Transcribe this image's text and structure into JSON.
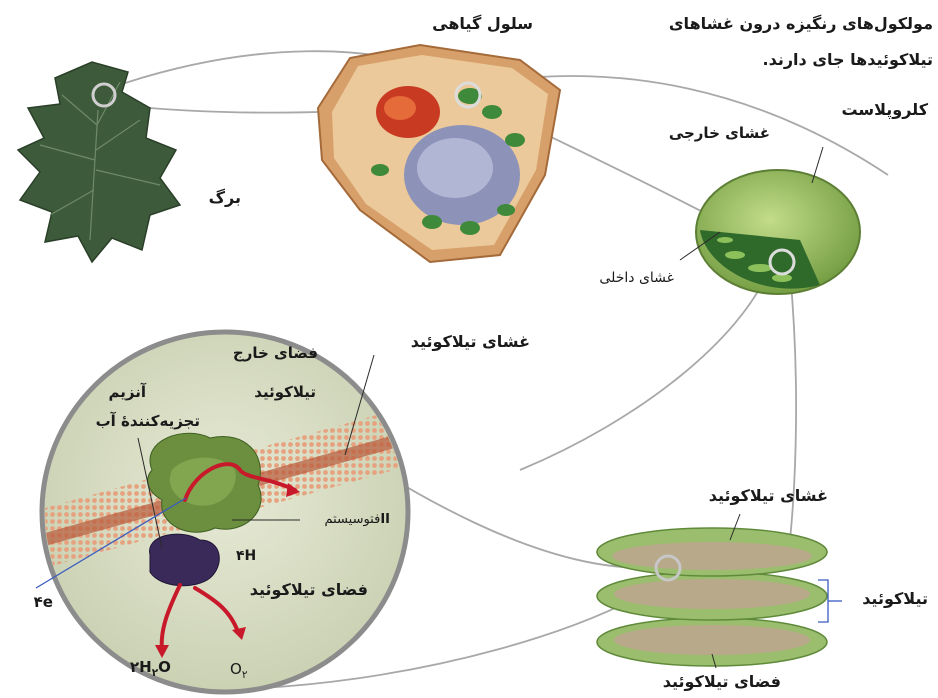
{
  "labels": {
    "leaf": "برگ",
    "plant_cell": "سلول گیاهی",
    "note_line1": "مولکول‌های رنگیزه درون غشاهای",
    "note_line2": "تیلاکوئیدها جای دارند.",
    "chloroplast": "کلروپلاست",
    "outer_membrane": "غشای خارجی",
    "inner_membrane": "غشای داخلی",
    "thylakoid_membrane_top": "غشای تیلاکوئید",
    "outside_thylakoid_line1": "فضای خارج",
    "outside_thylakoid_line2": "تیلاکوئید",
    "enzyme_line1": "آنزیم",
    "enzyme_line2": "تجزیه‌کنندهٔ آب",
    "photosystem_prefix": "فتوسیستم",
    "photosystem_suffix": "II",
    "electrons": "۴e",
    "protons_coef": "۴",
    "protons_sym": "H",
    "thylakoid_space_inner": "فضای تیلاکوئید",
    "water_coef": "۲H",
    "water_sub": "۲",
    "water_o": "O",
    "oxygen_o": "O",
    "oxygen_sub": "۲",
    "thylakoid_membrane_stack": "غشای تیلاکوئید",
    "thylakoid": "تیلاکوئید",
    "thylakoid_space_bottom": "فضای تیلاکوئید"
  },
  "colors": {
    "leaf": "#3d5a3a",
    "chloroplast": "#8db85a",
    "thylakoid_stack": "#9bbd6e",
    "thylakoid_lumen": "#b9a98b",
    "membrane": "#d98b6a",
    "zoom_circle": "#d6dcc0",
    "enzyme_complex": "#5a7a3a",
    "water_enzyme": "#3a2a5a",
    "arrow_red": "#c8192b",
    "leader_blue": "#3a5bbf"
  }
}
